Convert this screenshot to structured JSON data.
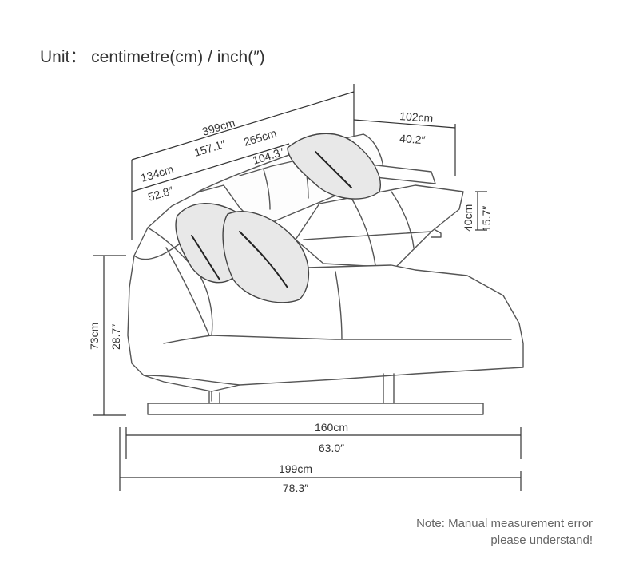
{
  "unit_title": "Unit： centimetre(cm) / inch(″)",
  "dimensions": {
    "total_length_cm": "399cm",
    "total_length_in": "157.1″",
    "back_length_cm": "265cm",
    "back_length_in": "104.3″",
    "left_depth_cm": "134cm",
    "left_depth_in": "52.8″",
    "right_depth_cm": "102cm",
    "right_depth_in": "40.2″",
    "seat_height_cm": "40cm",
    "seat_height_in": "15.7″",
    "total_height_cm": "73cm",
    "total_height_in": "28.7″",
    "chaise_width_cm": "160cm",
    "chaise_width_in": "63.0″",
    "total_width_cm": "199cm",
    "total_width_in": "78.3″"
  },
  "note": {
    "line1": "Note: Manual measurement error",
    "line2": "please understand!"
  },
  "colors": {
    "line": "#333333",
    "sketch": "#555555",
    "note": "#666666"
  }
}
